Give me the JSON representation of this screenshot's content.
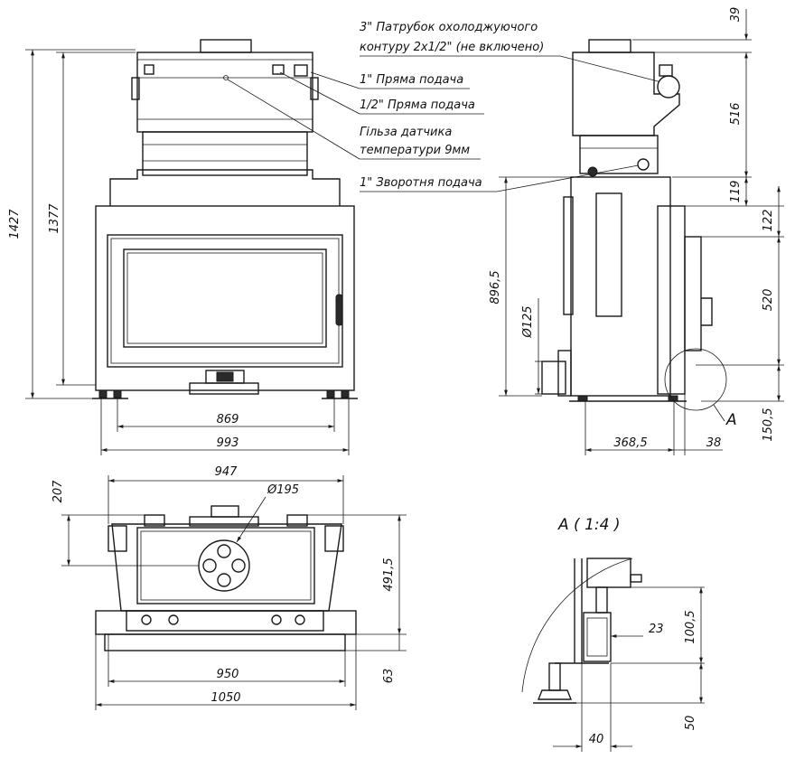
{
  "callouts": {
    "nozzle_3in_line1": "3\" Патрубок охолоджуючого",
    "nozzle_3in_line2": "контуру 2x1/2\" (не включено)",
    "supply_1in": "1\" Пряма подача",
    "supply_half_in": "1/2\" Пряма подача",
    "sensor_sleeve_line1": "Гільза датчика",
    "sensor_sleeve_line2": "температури 9мм",
    "return_1in": "1\" Зворотня подача"
  },
  "front_view": {
    "dim_height_total": "1427",
    "dim_height_body": "1377",
    "dim_width_feet": "869",
    "dim_width_total": "993"
  },
  "side_view": {
    "dim_top_39": "39",
    "dim_516": "516",
    "dim_119": "119",
    "dim_122": "122",
    "dim_520": "520",
    "dim_896_5": "896,5",
    "dim_dia_125": "Ø125",
    "dim_368_5": "368,5",
    "dim_38": "38",
    "dim_150_5": "150,5",
    "detail_marker": "A"
  },
  "top_view": {
    "dim_947": "947",
    "dim_207": "207",
    "dim_dia_195": "Ø195",
    "dim_491_5": "491,5",
    "dim_950": "950",
    "dim_1050": "1050",
    "dim_63": "63"
  },
  "detail_view": {
    "title": "A ( 1:4 )",
    "dim_23": "23",
    "dim_100_5": "100,5",
    "dim_50": "50",
    "dim_40": "40"
  }
}
